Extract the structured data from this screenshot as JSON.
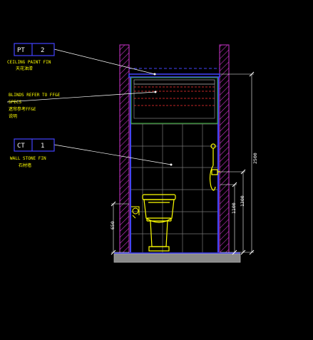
{
  "drawing": {
    "type": "toilet-elevation",
    "colors": {
      "background": "#000000",
      "wall_hatch": "#cc33cc",
      "outline": "#4444ff",
      "tile_grid": "#777777",
      "fixture": "#ffff00",
      "leader": "#ffffff",
      "blinds": "#ff3333",
      "dimension": "#ffffff",
      "floor": "#8a8a8a",
      "tag_box": "#4444ff"
    }
  },
  "tags": {
    "pt": {
      "code": "PT",
      "number": "2",
      "note_en": "CEILING PAINT FIN",
      "note_cn": "天花油漆"
    },
    "blinds": {
      "note_en_1": "BLINDS REFER TO FF&E",
      "note_en_2": "SPECS",
      "note_cn_1": "遮帘参考FF&E",
      "note_cn_2": "说明"
    },
    "ct": {
      "code": "CT",
      "number": "1",
      "note_en": "WALL STONE FIN",
      "note_cn": "石材墙"
    }
  },
  "dimensions": {
    "total_height": "2500",
    "shower_height": "1300",
    "mixer_height": "1100",
    "tp_height": "650"
  }
}
